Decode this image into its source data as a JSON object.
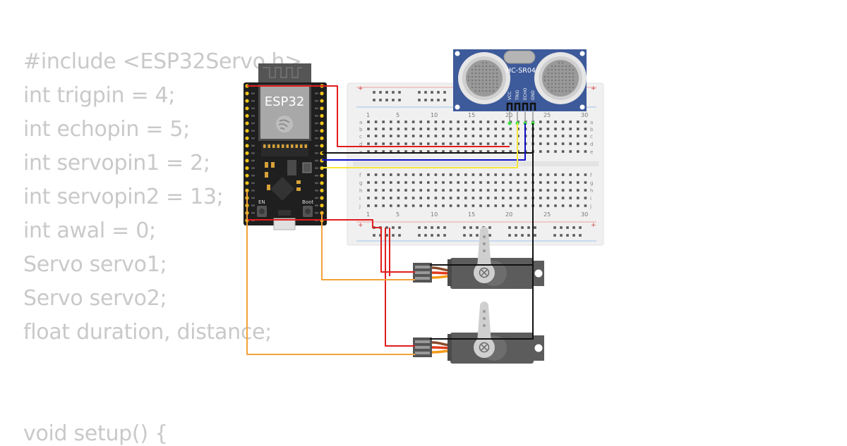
{
  "code_lines": [
    "#include <ESP32Servo.h>",
    "int trigpin = 4;",
    "int echopin = 5;",
    "int servopin1 = 2;",
    "int servopin2 = 13;",
    "int awal = 0;",
    "Servo servo1;",
    "Servo servo2;",
    "float duration, distance;",
    "",
    "",
    "void setup() {"
  ],
  "board": {
    "label": "ESP32",
    "en_label": "EN",
    "boot_label": "Boot"
  },
  "sensor": {
    "label": "HC-SR04",
    "pins": [
      "VCC",
      "TRIG",
      "ECHO",
      "GND"
    ]
  },
  "breadboard": {
    "column_numbers": [
      "1",
      "5",
      "10",
      "15",
      "20",
      "25",
      "30"
    ],
    "rows_top": [
      "a",
      "b",
      "c",
      "d",
      "e"
    ],
    "rows_bottom": [
      "f",
      "g",
      "h",
      "i",
      "j"
    ]
  },
  "colors": {
    "code_text": "#c9c9c9",
    "wire_red": "#e11d1d",
    "wire_black": "#111111",
    "wire_blue": "#1010c8",
    "wire_yellow": "#f5e63a",
    "wire_orange": "#f2a23a",
    "sensor_blue": "#3d5a9a",
    "board_black": "#1f1f1f",
    "servo_gray": "#5c5c5c"
  }
}
